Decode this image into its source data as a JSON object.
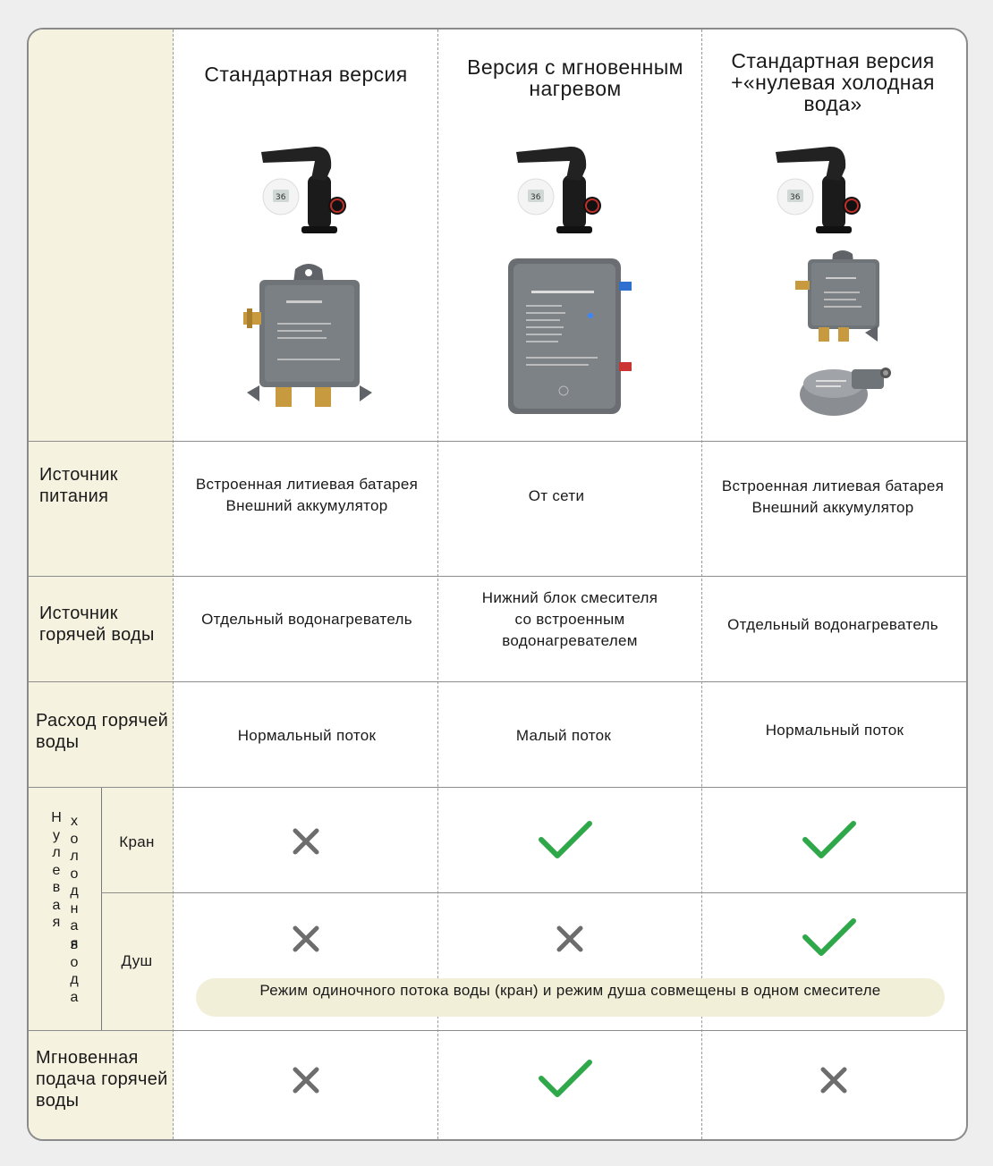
{
  "columns": [
    {
      "title": "Стандартная версия"
    },
    {
      "title": "Версия с мгновенным нагревом"
    },
    {
      "title": "Стандартная версия +«нулевая холодная вода»"
    }
  ],
  "rows": {
    "power": {
      "label": "Источник питания",
      "values": [
        "Встроенная литиевая батарея Внешний аккумулятор",
        "От сети",
        "Встроенная литиевая батарея Внешний аккумулятор"
      ]
    },
    "hot_source": {
      "label": "Источник горячей воды",
      "values": [
        "Отдельный водонагреватель",
        "Нижний блок смесителя со встроенным водонагревателем",
        "Отдельный водонагреватель"
      ]
    },
    "flow": {
      "label": "Расход горячей воды",
      "values": [
        "Нормальный поток",
        "Малый поток",
        "Нормальный поток"
      ]
    },
    "zero_cold": {
      "label": "Нулевая холодная вода",
      "tap": {
        "label": "Кран",
        "values": [
          "cross",
          "check",
          "check"
        ]
      },
      "shower": {
        "label": "Душ",
        "values": [
          "cross",
          "cross",
          "check"
        ]
      },
      "note": "Режим одиночного потока воды (кран) и режим душа совмещены в одном смесителе"
    },
    "instant": {
      "label": "Мгновенная подача горячей воды",
      "values": [
        "cross",
        "check",
        "cross"
      ]
    }
  },
  "colors": {
    "check": "#2fa84a",
    "cross": "#6d6d6d",
    "label_bg": "#f6f2e0",
    "pill_bg": "#f2efd9"
  }
}
